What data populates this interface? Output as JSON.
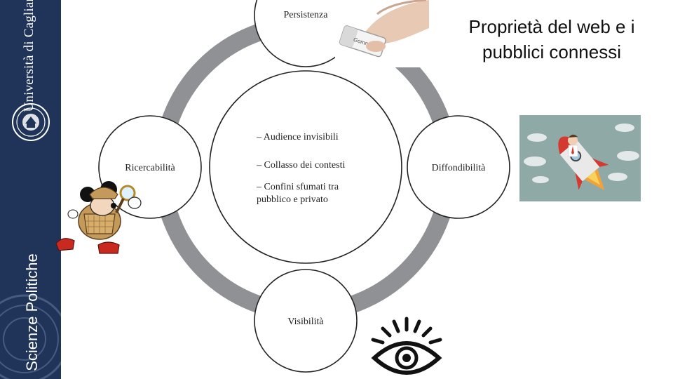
{
  "sidebar": {
    "university": "Università di Cagliari",
    "department": "Scienze Politiche",
    "background_color": "#1f3458"
  },
  "slide": {
    "title_line1": "Proprietà del web e i",
    "title_line2": "pubblici connessi"
  },
  "diagram": {
    "ring_color": "#8f9194",
    "nodes": {
      "top": "Persistenza",
      "right": "Diffondibilità",
      "bottom": "Visibilità",
      "left": "Ricercabilità"
    },
    "center_items": {
      "item1": "– Audience invisibili",
      "item2": "– Collasso dei contesti",
      "item3_line1": "– Confini sfumati tra",
      "item3_line2": "pubblico e privato"
    }
  },
  "images": {
    "eraser_label": "Gomma"
  },
  "icons": [
    "university-seal-icon",
    "eraser-hand-icon",
    "rocket-businessman-icon",
    "detective-mouse-icon",
    "eye-icon"
  ]
}
